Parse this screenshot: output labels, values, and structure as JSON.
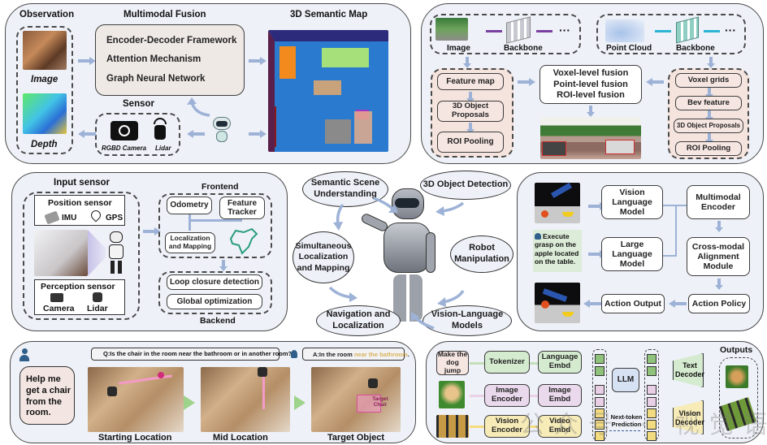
{
  "panel_semantic_map": {
    "observation_title": "Observation",
    "fusion_title": "Multimodal Fusion",
    "map_title": "3D Semantic Map",
    "image_label": "Image",
    "depth_label": "Depth",
    "fusion_items": [
      "Encoder-Decoder Framework",
      "Attention Mechanism",
      "Graph Neural Network"
    ],
    "sensor_title": "Sensor",
    "camera_label": "RGBD Camera",
    "lidar_label": "Lidar"
  },
  "panel_object_detection": {
    "image_label": "Image",
    "backbone_label_left": "Backbone",
    "point_cloud_label": "Point Cloud",
    "backbone_label_right": "Backbone",
    "ellipsis": "···",
    "left_stack": [
      "Feature map",
      "3D Object Proposals",
      "ROI Pooling"
    ],
    "fusion_items": [
      "Voxel-level fusion",
      "Point-level fusion",
      "ROI-level fusion"
    ],
    "right_stack": [
      "Voxel grids",
      "Bev feature",
      "3D Object Proposals",
      "ROI Pooling"
    ]
  },
  "panel_slam": {
    "input_title": "Input sensor",
    "position_title": "Position sensor",
    "imu_label": "IMU",
    "gps_label": "GPS",
    "perception_title": "Perception sensor",
    "camera_label": "Camera",
    "lidar_label": "Lidar",
    "frontend_title": "Frontend",
    "odometry": "Odometry",
    "feature_tracker": "Feature Tracker",
    "loc_mapping": "Localization and Mapping",
    "backend_title": "Backend",
    "loop_closure": "Loop closure detection",
    "global_opt": "Global optimization"
  },
  "center": {
    "topics": [
      "Semantic Scene Understanding",
      "3D Object Detection",
      "Robot Manipulation",
      "Vision-Language Models",
      "Navigation and Localization",
      "Simultaneous Localization and Mapping"
    ]
  },
  "panel_manipulation": {
    "vlm": "Vision Language Model",
    "llm": "Large Language Model",
    "mm_encoder": "Multimodal Encoder",
    "alignment": "Cross-modal Alignment Module",
    "action_policy": "Action Policy",
    "action_output": "Action Output",
    "instruction": "Execute grasp on the apple located on the table."
  },
  "panel_navigation": {
    "user_request": "Help me get a chair from the room.",
    "question": "Q:Is the chair in the room near the bathroom or in another room?",
    "answer_prefix": "A:In the room ",
    "answer_highlight": "near the bathroom",
    "answer_suffix": ".",
    "target_tag": "Target Chair",
    "captions": [
      "Starting Location",
      "Mid Location",
      "Target Object"
    ]
  },
  "panel_vlm": {
    "text_input": "Make the dog jump",
    "tokenizer": "Tokenizer",
    "language_embd": "Language Embd",
    "image_encoder": "Image Encoder",
    "image_embd": "Image Embd",
    "vision_encoder": "Vision Encoder",
    "video_embd": "Video Embd",
    "llm": "LLM",
    "next_token": "Next-token Prediction",
    "text_decoder": "Text Decoder",
    "vision_decoder": "Vision Decoder",
    "outputs_title": "Outputs",
    "watermark": "公众号 · 视觉语言导航"
  },
  "colors": {
    "panel_bg": "#eef1f8",
    "arrow": "#9db2d6",
    "green_token": "#8fc27a",
    "pink_token": "#e8cfe6",
    "yellow_token": "#f3dc80",
    "answer_highlight": "#d8b25a"
  }
}
